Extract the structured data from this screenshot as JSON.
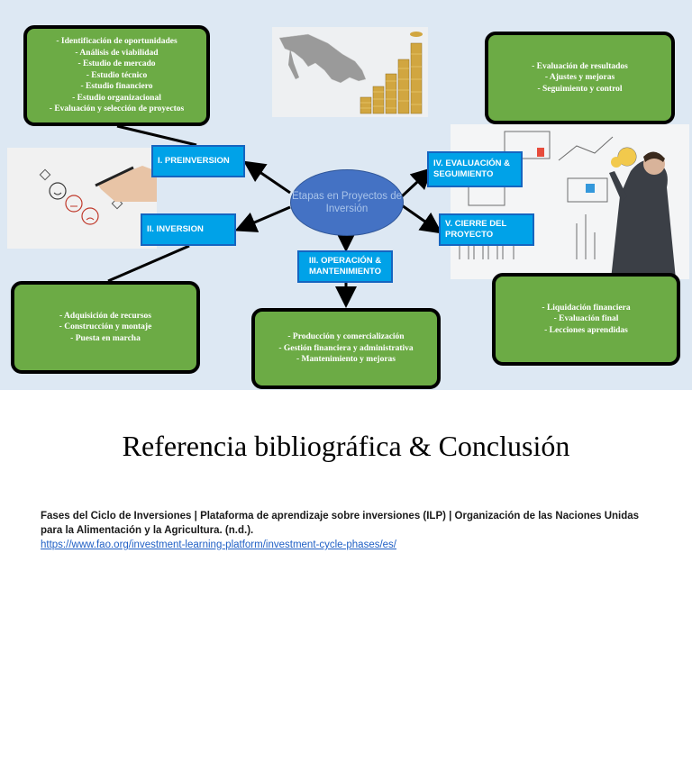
{
  "diagram": {
    "center": "Etapas en Proyectos de Inversión",
    "stages": {
      "pre": "I. PREINVERSION",
      "inv": "II. INVERSION",
      "op": "III. OPERACIÓN & MANTENIMIENTO",
      "eval": "IV. EVALUACIÓN & SEGUIMIENTO",
      "cierre": "V. CIERRE DEL PROYECTO"
    },
    "boxes": {
      "pre": [
        "- Identificación de oportunidades",
        "- Análisis de viabilidad",
        "- Estudio de mercado",
        "- Estudio técnico",
        "- Estudio financiero",
        "- Estudio organizacional",
        "- Evaluación y selección de proyectos"
      ],
      "inv": [
        "- Adquisición de recursos",
        "- Construcción y montaje",
        "- Puesta en marcha"
      ],
      "op": [
        "- Producción y comercialización",
        "- Gestión financiera y administrativa",
        "- Mantenimiento y mejoras"
      ],
      "eval": [
        "- Evaluación de resultados",
        "- Ajustes y mejoras",
        "- Seguimiento y control"
      ],
      "cierre": [
        "- Liquidación financiera",
        "- Evaluación final",
        "- Lecciones aprendidas"
      ]
    }
  },
  "title": "Referencia bibliográfica & Conclusión",
  "reference": {
    "text": "Fases del Ciclo de Inversiones | Plataforma de aprendizaje sobre inversiones (ILP) | Organización de las Naciones Unidas para la Alimentación y la Agricultura. (n.d.).",
    "url": "https://www.fao.org/investment-learning-platform/investment-cycle-phases/es/"
  }
}
